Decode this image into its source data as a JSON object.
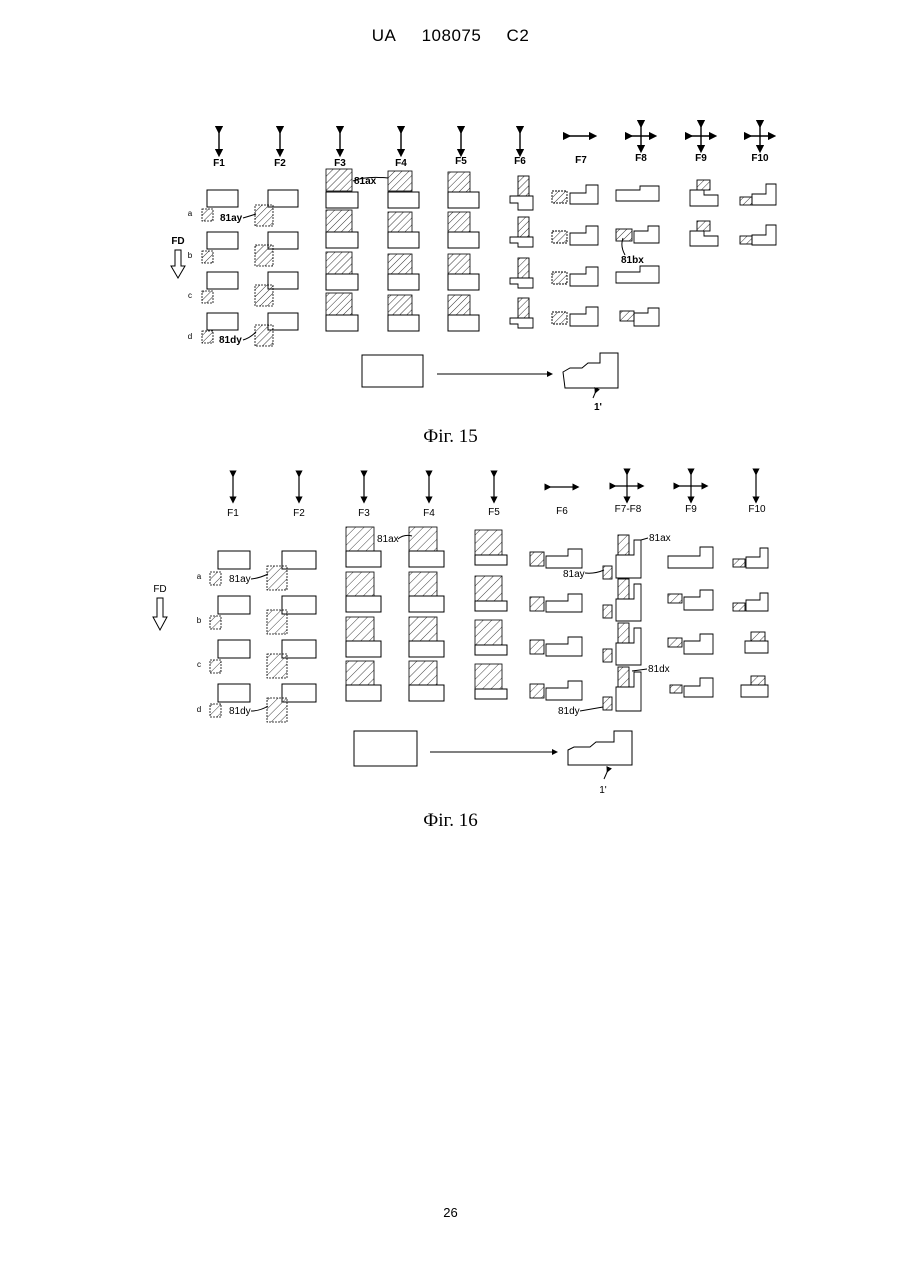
{
  "header": {
    "country": "UA",
    "number": "108075",
    "kind": "C2"
  },
  "figure15": {
    "caption": "Фіг. 15",
    "columns": [
      "F1",
      "F2",
      "F3",
      "F4",
      "F5",
      "F6",
      "F7",
      "F8",
      "F9",
      "F10"
    ],
    "rows": [
      "a",
      "b",
      "c",
      "d"
    ],
    "fd_label": "FD",
    "annotations": {
      "ax": "81ax",
      "ay": "81ay",
      "bx": "81bx",
      "dy": "81dy",
      "product": "1'"
    }
  },
  "figure16": {
    "caption": "Фіг. 16",
    "columns": [
      "F1",
      "F2",
      "F3",
      "F4",
      "F5",
      "F6",
      "F7-F8",
      "F9",
      "F10"
    ],
    "rows": [
      "a",
      "b",
      "c",
      "d"
    ],
    "fd_label": "FD",
    "annotations": {
      "ax": "81ax",
      "ay": "81ay",
      "ax2": "81ax",
      "ay2": "81ay",
      "dx": "81dx",
      "dy": "81dy",
      "dy2": "81dy",
      "product": "1'"
    }
  },
  "page_number": "26"
}
